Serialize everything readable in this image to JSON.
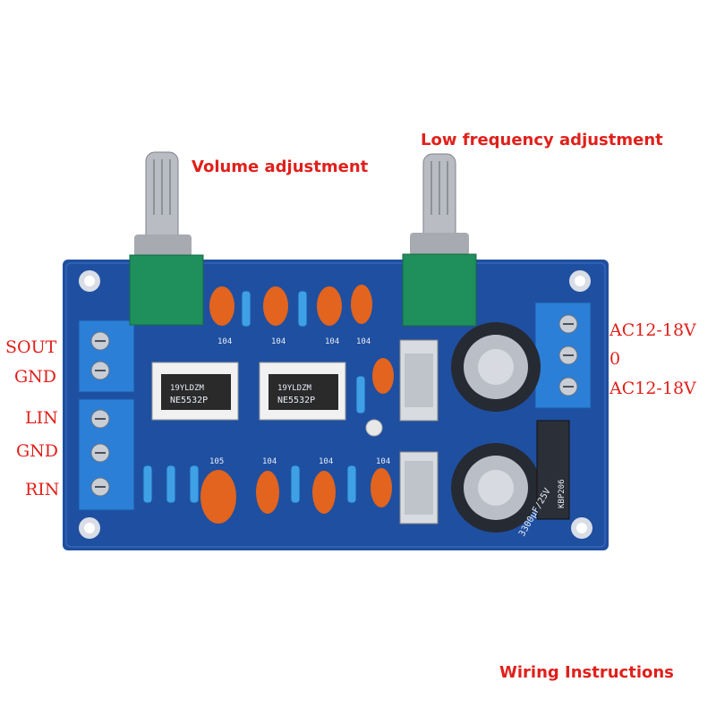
{
  "labels": {
    "volume": "Volume adjustment",
    "low_freq": "Low frequency adjustment",
    "wiring": "Wiring Instructions"
  },
  "left_terminals": [
    "SOUT",
    "GND",
    "LIN",
    "GND",
    "RIN"
  ],
  "right_terminals": [
    "AC12-18V",
    "0",
    "AC12-18V"
  ],
  "ics": {
    "u3": "NE5532P",
    "u4": "NE5532P",
    "code": "19YLDZM"
  },
  "silkscreen": {
    "rect": "KBP206",
    "cap": "3300μF/25V",
    "caps_top": [
      "104",
      "104",
      "104",
      "104"
    ],
    "caps_bottom": [
      "105",
      "104",
      "104",
      "104"
    ]
  },
  "colors": {
    "pcb": "#1f4fa0",
    "label": "#e0201b",
    "terminal": "#2b7fd6",
    "pot": "#1f8f5c",
    "cap": "#e2641e"
  }
}
